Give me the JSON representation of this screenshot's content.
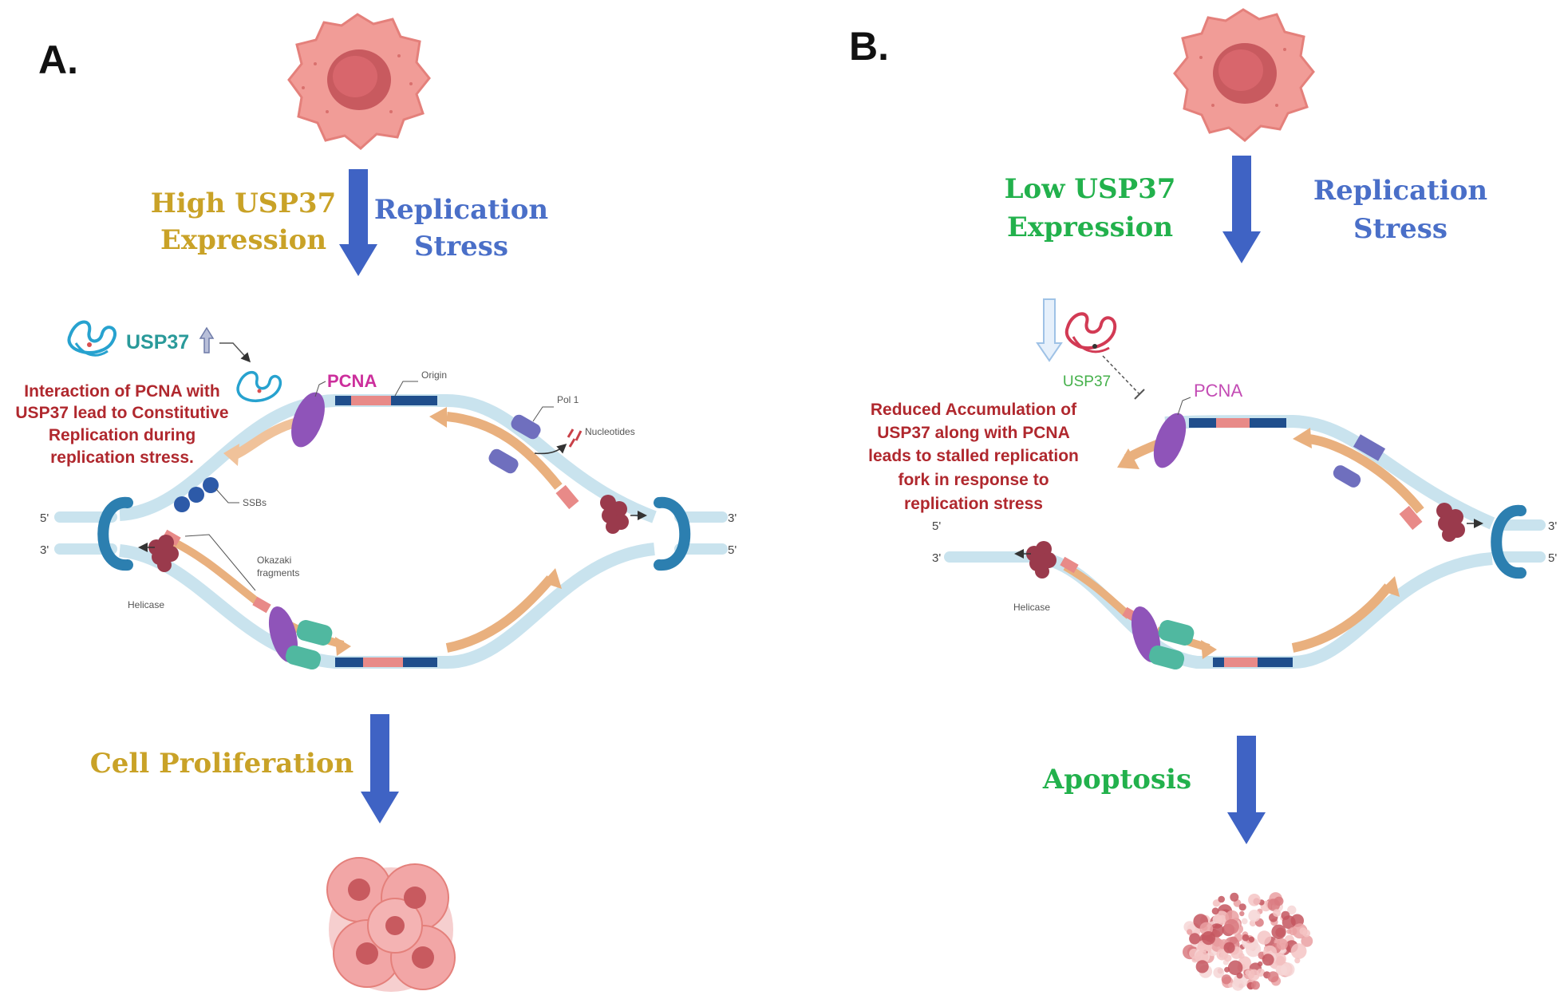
{
  "panel_a": {
    "letter": "A.",
    "condition_line1": "High USP37",
    "condition_line2": "Expression",
    "stress_line1": "Replication",
    "stress_line2": "Stress",
    "usp37_label": "USP37",
    "pcna_label": "PCNA",
    "origin_label": "Origin",
    "pol1_label": "Pol 1",
    "nucleotides_label": "Nucleotides",
    "ssbs_label": "SSBs",
    "okazaki_line1": "Okazaki",
    "okazaki_line2": "fragments",
    "helicase_label": "Helicase",
    "strand_5prime": "5'",
    "strand_3prime": "3'",
    "note_line1": "Interaction of PCNA with",
    "note_line2": "USP37 lead to Constitutive",
    "note_line3": "Replication during",
    "note_line4": "replication stress.",
    "outcome": "Cell Proliferation"
  },
  "panel_b": {
    "letter": "B.",
    "condition_line1": "Low USP37",
    "condition_line2": "Expression",
    "stress_line1": "Replication",
    "stress_line2": "Stress",
    "usp37_label": "USP37",
    "pcna_label": "PCNA",
    "helicase_label": "Helicase",
    "strand_5prime": "5'",
    "strand_3prime": "3'",
    "note_line1": "Reduced Accumulation of",
    "note_line2": "USP37 along with PCNA",
    "note_line3": "leads to stalled replication",
    "note_line4": "fork in response to",
    "note_line5": "replication stress",
    "outcome": "Apoptosis"
  },
  "colors": {
    "gold_text": "#c9a227",
    "blue_text": "#4a6fc8",
    "green_text": "#22b14c",
    "red_note": "#b0282e",
    "arrow_blue": "#3f63c4",
    "dna_light": "#c9e3ee",
    "dna_dark": "#1f4e8c",
    "new_strand": "#e9b07e",
    "pcna_purple": "#8f54b9",
    "helicase_maroon": "#9a3a4c",
    "cell_pink": "#ee8e8a"
  },
  "icons": [
    "cell-icon",
    "usp37-protein-icon",
    "up-arrow-icon",
    "down-arrow-icon",
    "pcna-clamp-icon",
    "helicase-icon",
    "polymerase-icon",
    "ssb-icon",
    "topoisomerase-icon",
    "cell-cluster-icon",
    "apoptotic-cell-icon"
  ]
}
